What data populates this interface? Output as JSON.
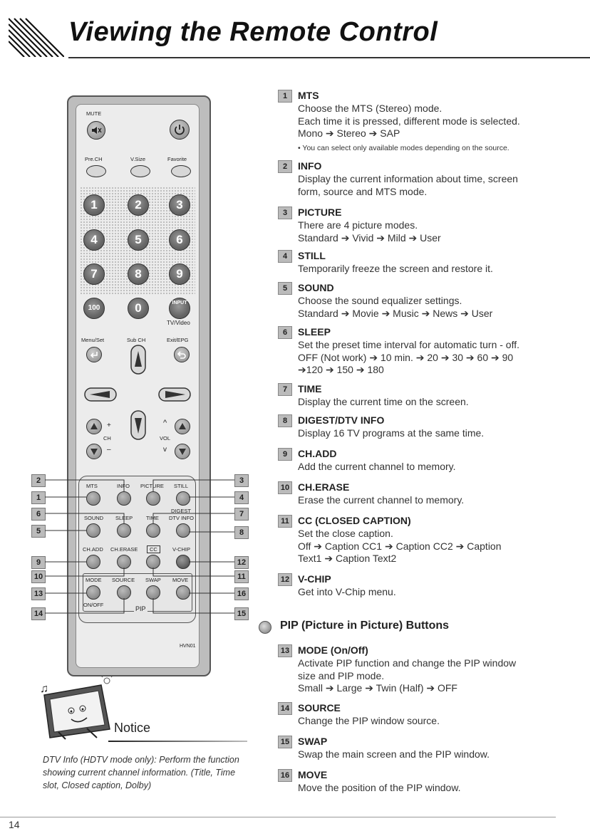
{
  "header": {
    "title": "Viewing the Remote Control"
  },
  "items": [
    {
      "num": "1",
      "title": "MTS",
      "body": "Choose the MTS (Stereo) mode.\nEach time it is pressed, different mode is selected.\nMono ➔ Stereo ➔ SAP",
      "note": "• You can select only available modes depending on the source."
    },
    {
      "num": "2",
      "title": "INFO",
      "body": "Display the current information about time, screen\nform, source and MTS mode."
    },
    {
      "num": "3",
      "title": "PICTURE",
      "body": "There are 4 picture modes.\nStandard ➔ Vivid ➔ Mild ➔ User"
    },
    {
      "num": "4",
      "title": "STILL",
      "body": "Temporarily freeze the screen and restore it."
    },
    {
      "num": "5",
      "title": "SOUND",
      "body": "Choose the sound equalizer settings.\nStandard ➔ Movie ➔ Music ➔ News ➔ User"
    },
    {
      "num": "6",
      "title": "SLEEP",
      "body": "Set the preset time interval for automatic turn - off.\nOFF (Not work) ➔ 10 min. ➔ 20 ➔ 30 ➔ 60 ➔ 90\n➔120 ➔ 150 ➔ 180"
    },
    {
      "num": "7",
      "title": "TIME",
      "body": "Display the current time on the screen."
    },
    {
      "num": "8",
      "title": "DIGEST/DTV INFO",
      "body": "Display 16 TV programs at the same time."
    },
    {
      "num": "9",
      "title": "CH.ADD",
      "body": "Add the current channel to memory."
    },
    {
      "num": "10",
      "title": "CH.ERASE",
      "body": "Erase the current channel to memory."
    },
    {
      "num": "11",
      "title": "CC (CLOSED CAPTION)",
      "body": "Set the close caption.\nOff ➔ Caption CC1 ➔ Caption CC2 ➔ Caption\nText1 ➔ Caption Text2"
    },
    {
      "num": "12",
      "title": "V-CHIP",
      "body": "Get into V-Chip menu."
    }
  ],
  "pip_section": {
    "title": "PIP (Picture in Picture) Buttons"
  },
  "pip_items": [
    {
      "num": "13",
      "title": "MODE (On/Off)",
      "body": "Activate PIP function and change the PIP window\nsize and PIP mode.\nSmall ➔ Large ➔ Twin (Half) ➔ OFF"
    },
    {
      "num": "14",
      "title": "SOURCE",
      "body": "Change the PIP window source."
    },
    {
      "num": "15",
      "title": "SWAP",
      "body": "Swap the main screen and the PIP window."
    },
    {
      "num": "16",
      "title": "MOVE",
      "body": "Move the position of the PIP window."
    }
  ],
  "remote": {
    "mute": "MUTE",
    "prech": "Pre.CH",
    "vsize": "V.Size",
    "favorite": "Favorite",
    "digits": [
      "1",
      "2",
      "3",
      "4",
      "5",
      "6",
      "7",
      "8",
      "9"
    ],
    "key100": "100",
    "key0": "0",
    "input": "INPUT",
    "tvvideo": "TV/Video",
    "menuset": "Menu/Set",
    "subch": "Sub CH",
    "exitepg": "Exit/EPG",
    "plus": "+",
    "minus": "–",
    "ch": "CH",
    "vol": "VOL",
    "caret_up": "^",
    "caret_down": "v",
    "mts": "MTS",
    "info": "INFO",
    "picture": "PICTURE",
    "still": "STILL",
    "digest": "DIGEST",
    "sound": "SOUND",
    "sleep": "SLEEP",
    "time": "TIME",
    "dtvinfo": "DTV INFO",
    "chadd": "CH.ADD",
    "cherase": "CH.ERASE",
    "cc": "CC",
    "vchip": "V-CHIP",
    "mode": "MODE",
    "source": "SOURCE",
    "swap": "SWAP",
    "move": "MOVE",
    "onoff": "ON/OFF",
    "pip": "PIP",
    "model": "HVN01"
  },
  "callouts_left": [
    "2",
    "1",
    "6",
    "5",
    "9",
    "10",
    "13",
    "14"
  ],
  "callouts_right": [
    "3",
    "4",
    "7",
    "8",
    "12",
    "11",
    "16",
    "15"
  ],
  "notice": {
    "word": "Notice",
    "caption": "DTV Info (HDTV mode only): Perform the function showing current channel information. (Title, Time slot, Closed caption, Dolby)"
  },
  "page_number": "14"
}
